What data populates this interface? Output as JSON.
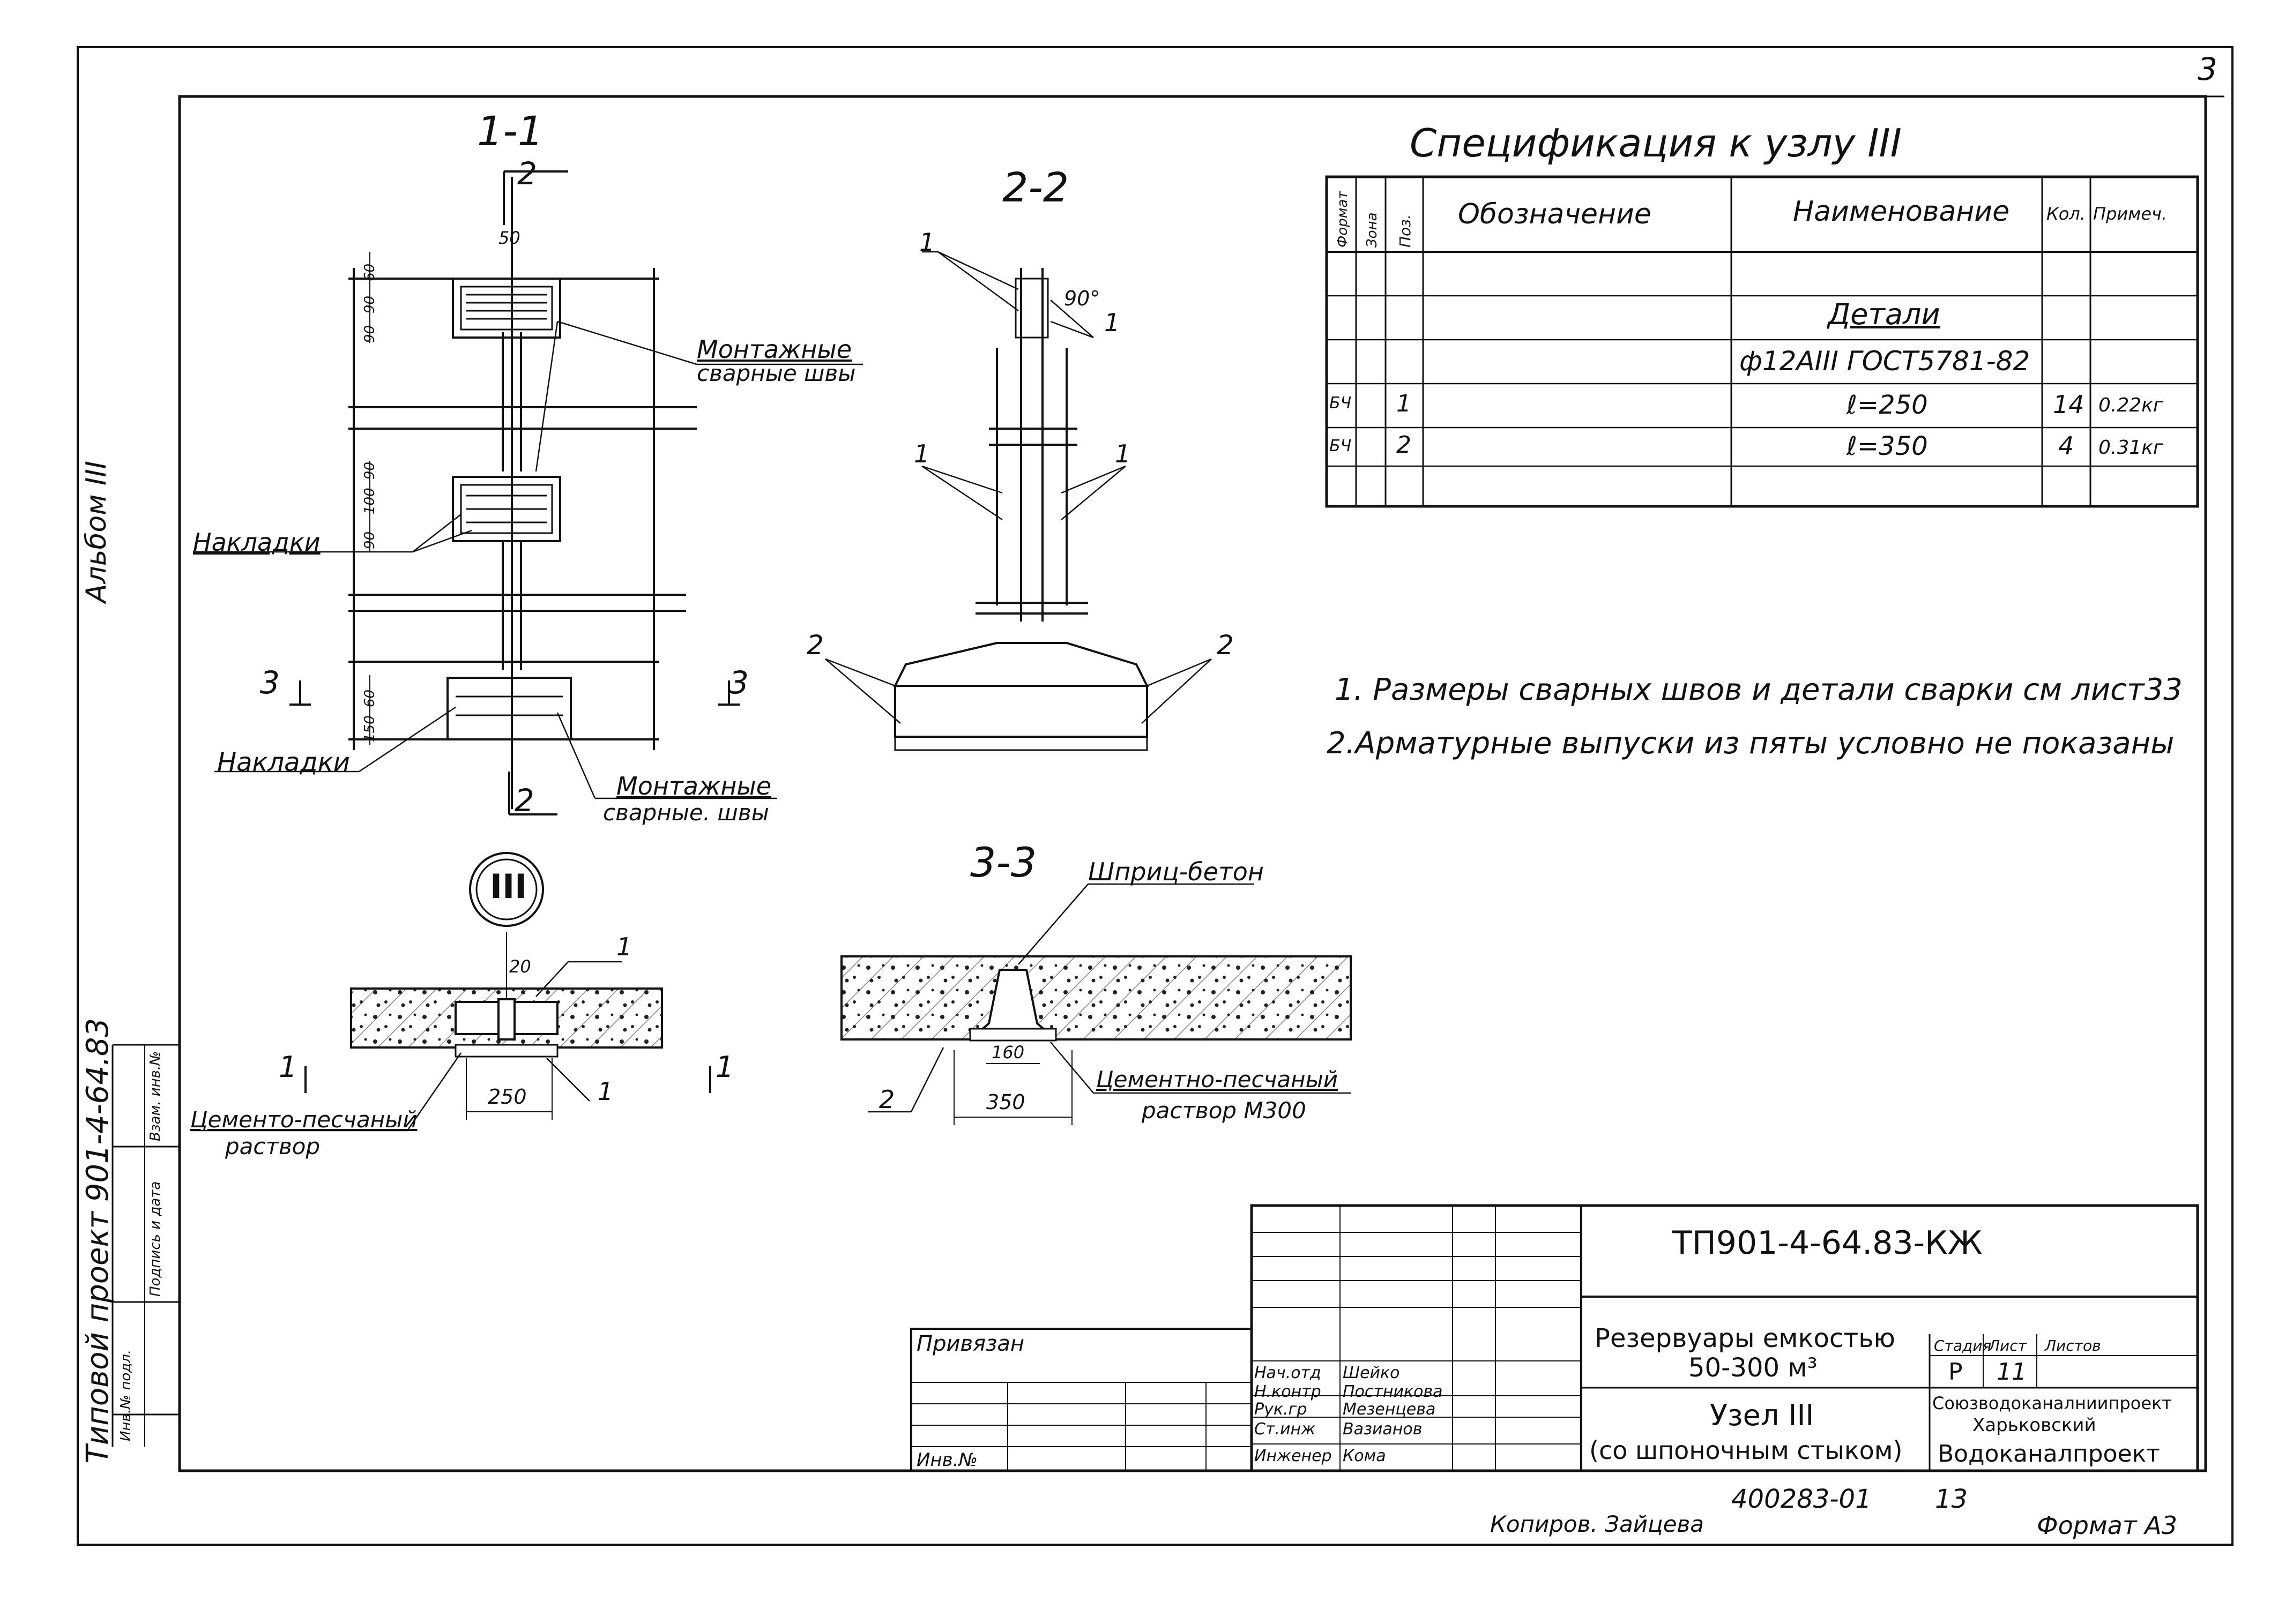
{
  "sheet": {
    "sheet_corner": "3",
    "album": "Альбом III",
    "project": "Типовой проект 901-4-64.83",
    "format": "Формат А3",
    "copied_by": "Копиров. Зайцева",
    "order": "400283-01",
    "order_sheet": "13",
    "stamp_cols": [
      "Инв.№ подл.",
      "Подпись и дата",
      "Взам. инв.№"
    ]
  },
  "sections": {
    "s11": "1-1",
    "s22": "2-2",
    "s33": "3-3",
    "node": "III",
    "cut2": "2",
    "cut3": "3",
    "mark1": "1",
    "mark2": "2",
    "dims_11_top": [
      "90",
      "90",
      "60"
    ],
    "dims_11_mid": [
      "90",
      "100",
      "90"
    ],
    "dims_11_bot": [
      "150",
      "60"
    ],
    "dim_50": "50",
    "angle": "90°",
    "dim_20": "20",
    "dim_250": "250",
    "dim_160": "160",
    "dim_350": "350"
  },
  "labels": {
    "weld_1": "Монтажные",
    "weld_2": "сварные швы",
    "weld_3": "Монтажные",
    "weld_4": "сварные. швы",
    "overlay_1": "Накладки",
    "overlay_2": "Накладки",
    "shotcrete": "Шприц-бетон",
    "mortar_a1": "Цементо-песчаный",
    "mortar_a2": "раствор",
    "mortar_b1": "Цементно-песчаный",
    "mortar_b2": "раствор М300"
  },
  "spec": {
    "title": "Спецификация к узлу III",
    "headers": [
      "Формат",
      "Зона",
      "Поз.",
      "Обозначение",
      "Наименование",
      "Кол.",
      "Примеч."
    ],
    "rows": [
      {
        "fmt": "",
        "zone": "",
        "pos": "",
        "design": "",
        "name": "",
        "qty": "",
        "note": ""
      },
      {
        "fmt": "",
        "zone": "",
        "pos": "",
        "design": "",
        "name": "Детали",
        "qty": "",
        "note": ""
      },
      {
        "fmt": "",
        "zone": "",
        "pos": "",
        "design": "",
        "name": "ф12АIII ГОСТ5781-82",
        "qty": "",
        "note": ""
      },
      {
        "fmt": "БЧ",
        "zone": "",
        "pos": "1",
        "design": "",
        "name": "ℓ=250",
        "qty": "14",
        "note": "0.22кг"
      },
      {
        "fmt": "БЧ",
        "zone": "",
        "pos": "2",
        "design": "",
        "name": "ℓ=350",
        "qty": "4",
        "note": "0.31кг"
      },
      {
        "fmt": "",
        "zone": "",
        "pos": "",
        "design": "",
        "name": "",
        "qty": "",
        "note": ""
      }
    ]
  },
  "notes": [
    "1. Размеры сварных швов и детали сварки см лист33",
    "2.Арматурные выпуски из пяты условно не показаны"
  ],
  "title_block": {
    "code": "ТП901-4-64.83-КЖ",
    "linked": "Привязан",
    "inv": "Инв.№",
    "roles": [
      "Нач.отд",
      "Н.контр",
      "Рук.гр",
      "Ст.инж",
      "Инженер"
    ],
    "names": [
      "Шейко",
      "Постникова",
      "Мезенцева",
      "Вазианов",
      "Кома"
    ],
    "object_1": "Резервуары емкостью",
    "object_2": "50-300 м³",
    "sheet_title_1": "Узел III",
    "sheet_title_2": "(со шпоночным стыком)",
    "stage_h": "Стадия",
    "sheet_h": "Лист",
    "sheets_h": "Листов",
    "stage": "Р",
    "sheet_no": "11",
    "org_1": "Союзводоканалниипроект",
    "org_2": "Харьковский",
    "org_3": "Водоканалпроект"
  }
}
